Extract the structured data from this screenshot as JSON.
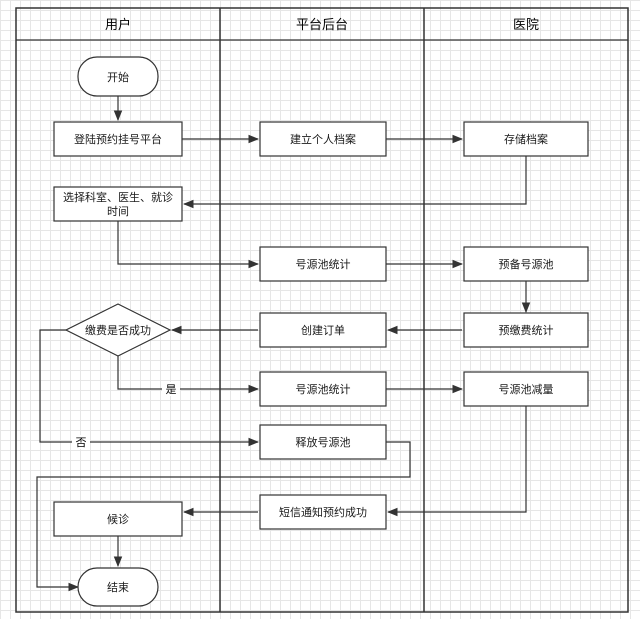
{
  "lanes": {
    "user": "用户",
    "platform": "平台后台",
    "hospital": "医院"
  },
  "nodes": {
    "start": "开始",
    "login": "登陆预约挂号平台",
    "create_profile": "建立个人档案",
    "store_profile": "存储档案",
    "choose_line1": "选择科室、医生、就诊",
    "choose_line2": "时间",
    "pool_stats_1": "号源池统计",
    "reserve_pool": "预备号源池",
    "pay_success": "缴费是否成功",
    "create_order": "创建订单",
    "prepay_stats": "预缴费统计",
    "pool_stats_2": "号源池统计",
    "pool_reduce": "号源池减量",
    "release_pool": "释放号源池",
    "sms_notify": "短信通知预约成功",
    "wait": "候诊",
    "end": "结束"
  },
  "edge_labels": {
    "yes": "是",
    "no": "否"
  }
}
